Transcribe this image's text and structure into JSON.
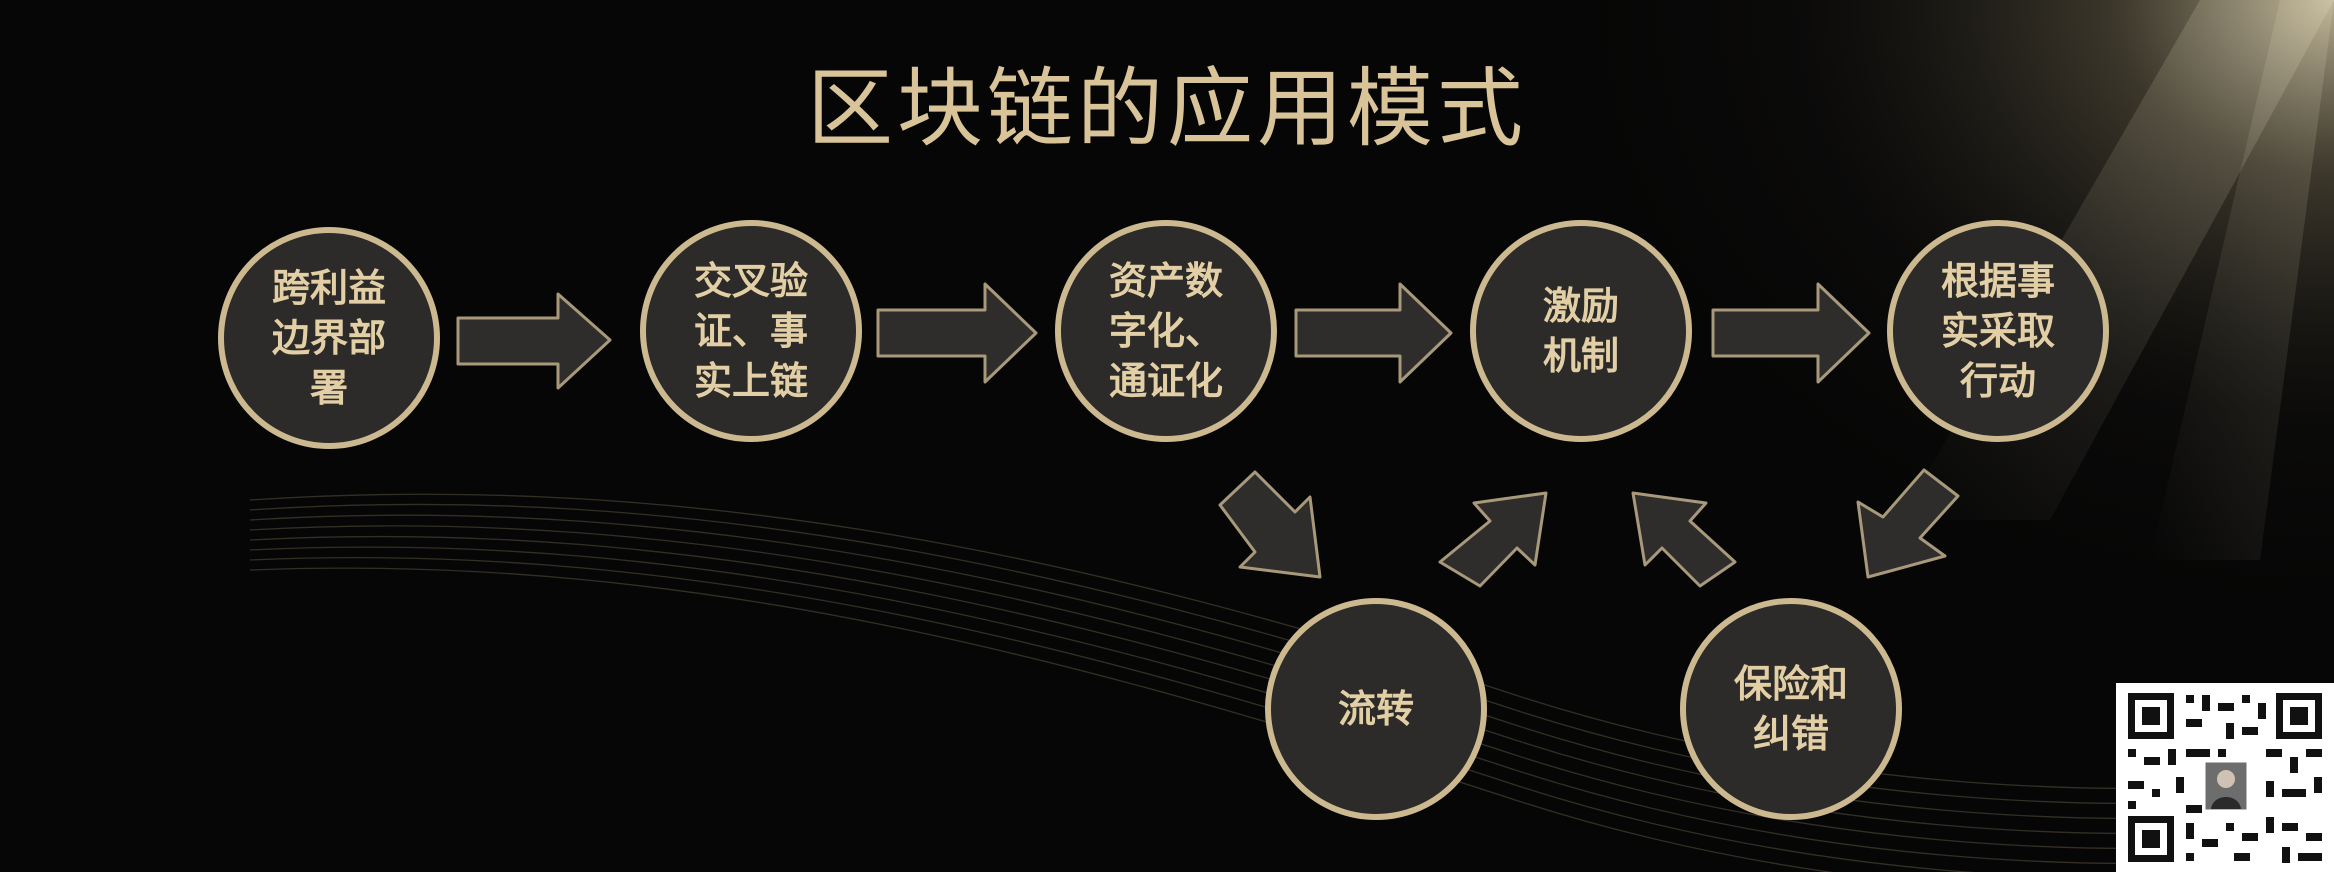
{
  "title": "区块链的应用模式",
  "nodes": [
    {
      "id": "cross-boundary",
      "label": "跨利益\n边界部\n署"
    },
    {
      "id": "cross-verify",
      "label": "交叉验\n证、事\n实上链"
    },
    {
      "id": "tokenize",
      "label": "资产数\n字化、\n通证化"
    },
    {
      "id": "incentive",
      "label": "激励\n机制"
    },
    {
      "id": "act-on-facts",
      "label": "根据事\n实采取\n行动"
    },
    {
      "id": "circulation",
      "label": "流转"
    },
    {
      "id": "insurance",
      "label": "保险和\n纠错"
    }
  ],
  "colors": {
    "background": "#060606",
    "gold": "#ccb990",
    "gold_text": "#e3cfa6",
    "circle_fill": "#2c2b29",
    "arrow_fill": "#2e2d2b",
    "arrow_stroke": "#a8997a"
  }
}
